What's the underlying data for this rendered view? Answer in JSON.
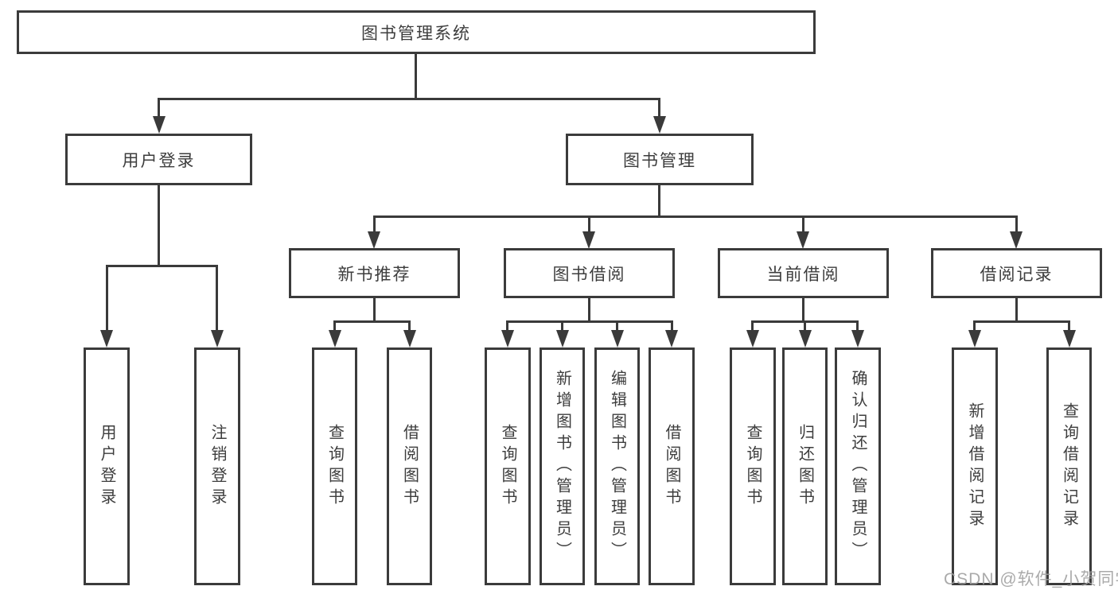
{
  "diagram": {
    "colors": {
      "line": "#3a3a3a",
      "border": "#3b3b3b",
      "text": "#3d3d3d",
      "background": "#ffffff",
      "watermark": "#9e9e9e"
    },
    "tree": {
      "root": {
        "label": "图书管理系统"
      },
      "branches": [
        {
          "label": "用户登录",
          "children": [
            {
              "label": "用户登录"
            },
            {
              "label": "注销登录"
            }
          ]
        },
        {
          "label": "图书管理",
          "children": [
            {
              "label": "新书推荐",
              "children": [
                {
                  "label": "查询图书"
                },
                {
                  "label": "借阅图书"
                }
              ]
            },
            {
              "label": "图书借阅",
              "children": [
                {
                  "label": "查询图书"
                },
                {
                  "label": "新增图书（管理员）"
                },
                {
                  "label": "编辑图书（管理员）"
                },
                {
                  "label": "借阅图书"
                }
              ]
            },
            {
              "label": "当前借阅",
              "children": [
                {
                  "label": "查询图书"
                },
                {
                  "label": "归还图书"
                },
                {
                  "label": "确认归还（管理员）"
                }
              ]
            },
            {
              "label": "借阅记录",
              "children": [
                {
                  "label": "新增借阅记录"
                },
                {
                  "label": "查询借阅记录"
                }
              ]
            }
          ]
        }
      ]
    },
    "watermark": {
      "text": "CSDN @软件_小贺同学"
    }
  }
}
